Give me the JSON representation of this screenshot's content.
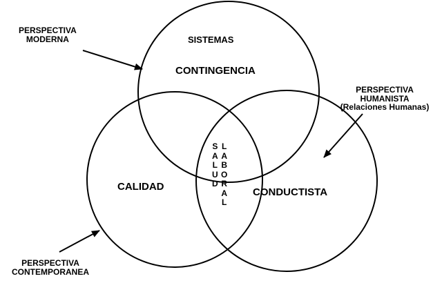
{
  "labels": {
    "perspectiva_moderna": [
      "PERSPECTIVA",
      "MODERNA"
    ],
    "perspectiva_humanista": [
      "PERSPECTIVA",
      "HUMANISTA",
      "(Relaciones Humanas)"
    ],
    "perspectiva_contemporanea": [
      "PERSPECTIVA",
      "CONTEMPORANEA"
    ]
  },
  "circles": {
    "top": {
      "title": "SISTEMAS",
      "subtitle": "CONTINGENCIA"
    },
    "left": {
      "title": "CALIDAD"
    },
    "right": {
      "title": "CONDUCTISTA"
    }
  },
  "center": {
    "salud": [
      "S",
      "A",
      "L",
      "U",
      "D"
    ],
    "laboral": [
      "L",
      "A",
      "B",
      "O",
      "R",
      "A",
      "L"
    ]
  },
  "colors": {
    "stroke": "#000000",
    "background": "#ffffff",
    "text": "#000000"
  }
}
